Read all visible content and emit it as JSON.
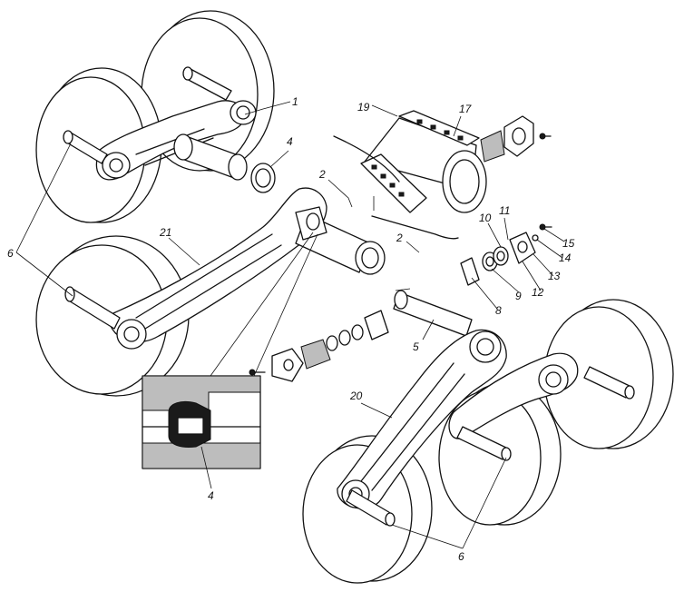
{
  "diagram": {
    "callouts": [
      {
        "id": "c1",
        "text": "1"
      },
      {
        "id": "c2a",
        "text": "2"
      },
      {
        "id": "c2b",
        "text": "2"
      },
      {
        "id": "c4a",
        "text": "4"
      },
      {
        "id": "c4b",
        "text": "4"
      },
      {
        "id": "c5",
        "text": "5"
      },
      {
        "id": "c6a",
        "text": "6"
      },
      {
        "id": "c6b",
        "text": "6"
      },
      {
        "id": "c8",
        "text": "8"
      },
      {
        "id": "c9",
        "text": "9"
      },
      {
        "id": "c10",
        "text": "10"
      },
      {
        "id": "c11",
        "text": "11"
      },
      {
        "id": "c12",
        "text": "12"
      },
      {
        "id": "c13",
        "text": "13"
      },
      {
        "id": "c14",
        "text": "14"
      },
      {
        "id": "c15",
        "text": "15"
      },
      {
        "id": "c17",
        "text": "17"
      },
      {
        "id": "c19",
        "text": "19"
      },
      {
        "id": "c20",
        "text": "20"
      },
      {
        "id": "c21",
        "text": "21"
      }
    ]
  }
}
